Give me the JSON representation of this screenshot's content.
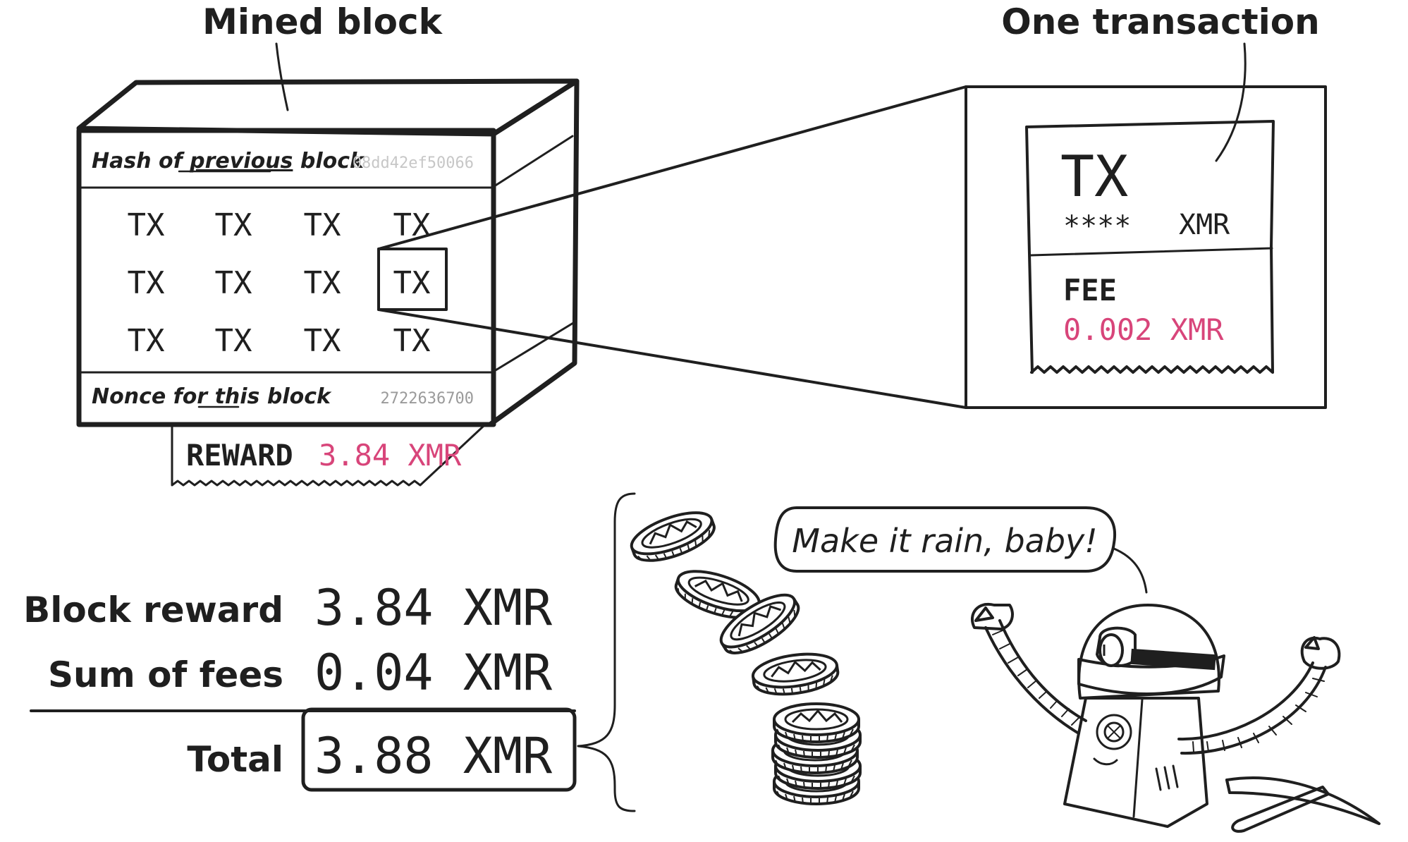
{
  "headings": {
    "mined_block": "Mined block",
    "one_transaction": "One transaction"
  },
  "block": {
    "hash_label_prefix": "Hash of ",
    "hash_label_emph": "previous",
    "hash_label_suffix": " block",
    "hash_value": "08dd42ef50066",
    "tx_label": "TX",
    "nonce_label_prefix": "Nonce for ",
    "nonce_label_emph": "this",
    "nonce_label_suffix": " block",
    "nonce_value": "2722636700"
  },
  "reward_receipt": {
    "label": "REWARD",
    "amount": "3.84 XMR"
  },
  "transaction_receipt": {
    "title": "TX",
    "masked_amount": "****",
    "currency": "XMR",
    "fee_label": "FEE",
    "fee_amount": "0.002 XMR"
  },
  "summary": {
    "block_reward_label": "Block reward",
    "block_reward_value": "3.84 XMR",
    "sum_of_fees_label": "Sum of fees",
    "sum_of_fees_value": "0.04 XMR",
    "total_label": "Total",
    "total_value": "3.88 XMR"
  },
  "speech_bubble": "Make it rain, baby!",
  "colors": {
    "ink": "#1f1f1f",
    "accent": "#d8457a",
    "muted": "#9a9a9a",
    "faint": "#c7c7c7",
    "background": "#ffffff"
  },
  "icons": [
    "monero-coin-icon",
    "robot-miner-icon",
    "pickaxe-icon"
  ]
}
